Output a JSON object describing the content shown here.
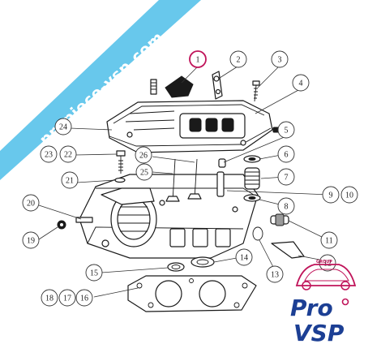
{
  "diagram": {
    "callouts": [
      {
        "id": 1,
        "label": "1",
        "highlight": true
      },
      {
        "id": 2,
        "label": "2"
      },
      {
        "id": 3,
        "label": "3"
      },
      {
        "id": 4,
        "label": "4"
      },
      {
        "id": 5,
        "label": "5"
      },
      {
        "id": 6,
        "label": "6"
      },
      {
        "id": 7,
        "label": "7"
      },
      {
        "id": 8,
        "label": "8"
      },
      {
        "id": 9,
        "label": "9"
      },
      {
        "id": 10,
        "label": "10"
      },
      {
        "id": 11,
        "label": "11"
      },
      {
        "id": 12,
        "label": "12"
      },
      {
        "id": 13,
        "label": "13"
      },
      {
        "id": 14,
        "label": "14"
      },
      {
        "id": 15,
        "label": "15"
      },
      {
        "id": 16,
        "label": "16"
      },
      {
        "id": 17,
        "label": "17"
      },
      {
        "id": 18,
        "label": "18"
      },
      {
        "id": 19,
        "label": "19"
      },
      {
        "id": 20,
        "label": "20"
      },
      {
        "id": 21,
        "label": "21"
      },
      {
        "id": 22,
        "label": "22"
      },
      {
        "id": 23,
        "label": "23"
      },
      {
        "id": 24,
        "label": "24"
      },
      {
        "id": 25,
        "label": "25"
      },
      {
        "id": 26,
        "label": "26"
      }
    ]
  },
  "watermark": {
    "banner_text": "propiece-vsp.com",
    "banner_color": "#5bc3ea"
  },
  "logo": {
    "group_text": "GROUP",
    "word_top": "Pro",
    "word_bottom": "VSP",
    "primary_color": "#1c3f94",
    "accent_color": "#c0145a"
  },
  "colors": {
    "highlight": "#c0145a",
    "line": "#1a1a1a"
  }
}
